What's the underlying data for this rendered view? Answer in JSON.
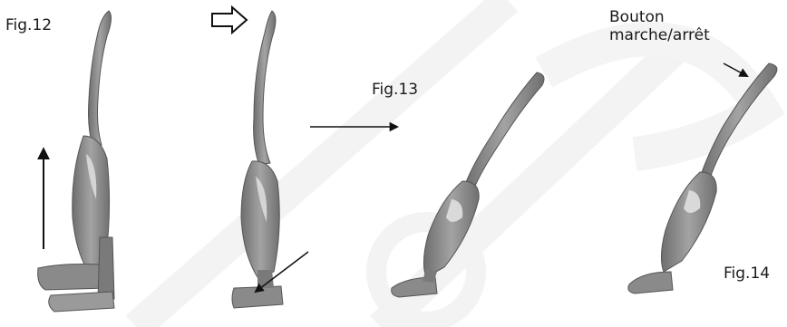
{
  "labels": {
    "fig12": "Fig.12",
    "fig13": "Fig.13",
    "fig14": "Fig.14",
    "onoff_line1": "Bouton",
    "onoff_line2": "marche/arrêt"
  },
  "colors": {
    "vacuum_body": "#8b8b8b",
    "vacuum_dark": "#5e5e5e",
    "vacuum_light": "#b9b9b9",
    "watermark": "#f1f1f1",
    "arrows": "#111111"
  }
}
